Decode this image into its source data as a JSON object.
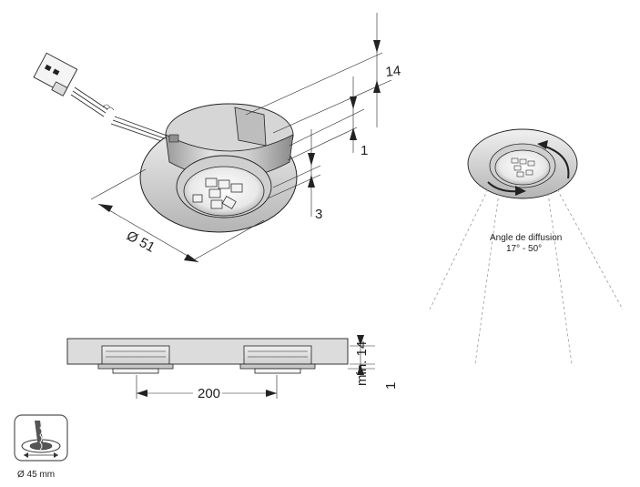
{
  "dimensions": {
    "height_total": "14",
    "height_step": "1",
    "height_lens": "3",
    "diameter": "Ø 51",
    "spacing": "200",
    "min_depth": "min. 14",
    "flange": "1"
  },
  "diffusion": {
    "label": "Angle de diffusion",
    "range": "17° - 50°"
  },
  "cutout": {
    "label": "Ø 45 mm",
    "icon": "cutout-drill-icon"
  },
  "colors": {
    "body_light": "#e6e6e6",
    "body_mid": "#c8c8c8",
    "body_dark": "#8c8c8c",
    "line": "#222222",
    "dash": "#9a9a9a"
  }
}
